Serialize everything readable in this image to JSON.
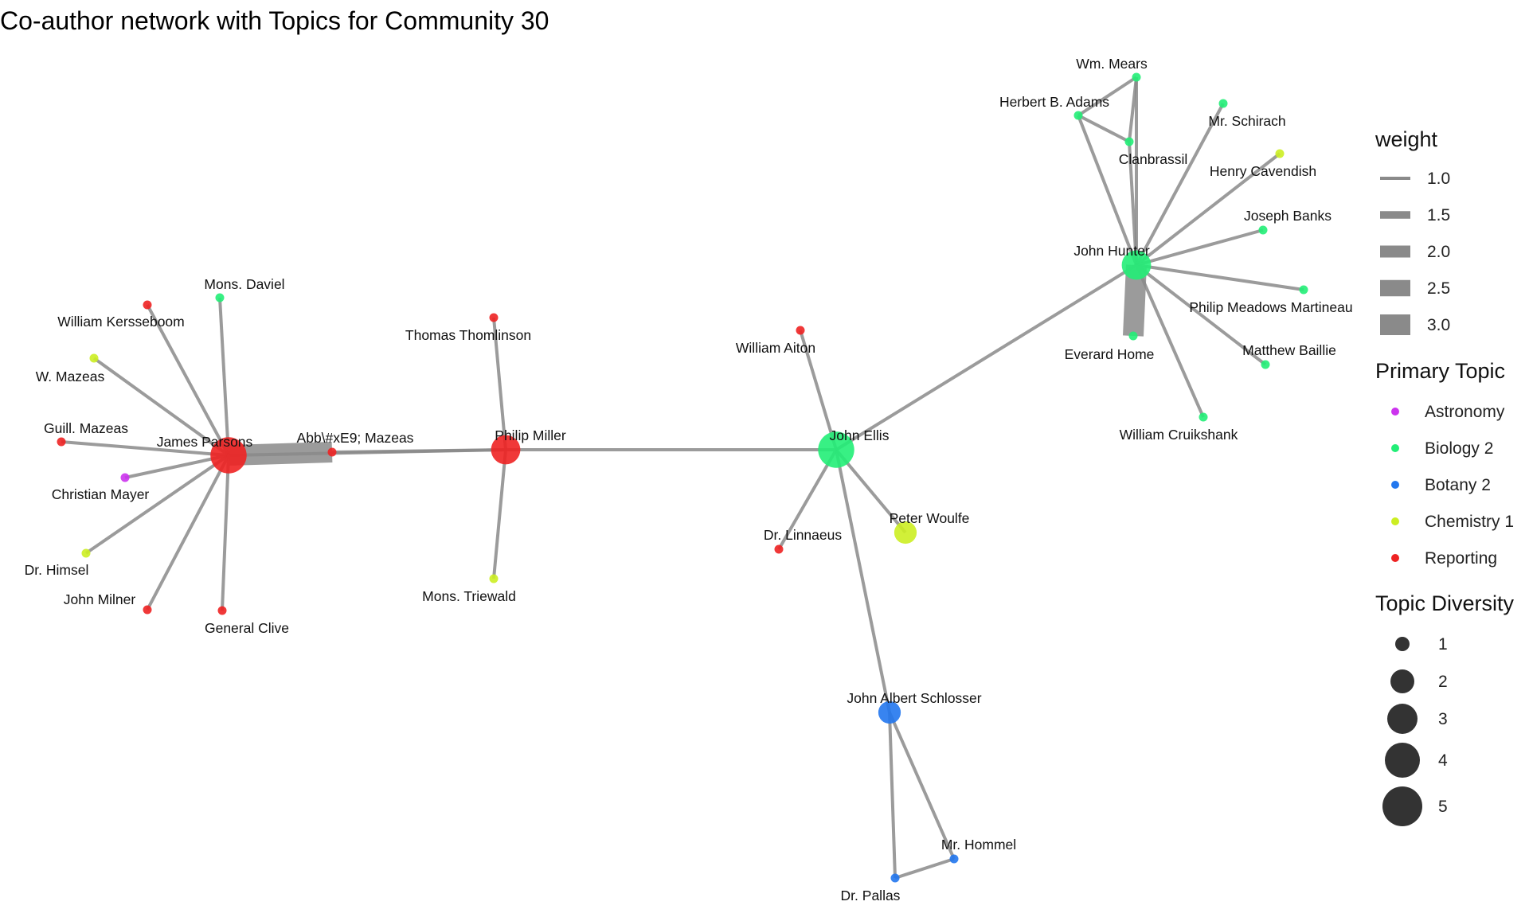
{
  "title": "Co-author network with Topics for Community 30",
  "colors": {
    "Astronomy": "#cc33ee",
    "Biology 2": "#22ee77",
    "Botany 2": "#2277ee",
    "Chemistry 1": "#ccee22",
    "Reporting": "#ee2222",
    "edge": "#8a8a8a"
  },
  "nodes": [
    {
      "name": "James Parsons",
      "topic": "Reporting",
      "diversity": 5
    },
    {
      "name": "Abb\\#xE9; Mazeas",
      "topic": "Reporting",
      "diversity": 1
    },
    {
      "name": "Philip Miller",
      "topic": "Reporting",
      "diversity": 4
    },
    {
      "name": "Mons. Daviel",
      "topic": "Biology 2",
      "diversity": 1
    },
    {
      "name": "William Kersseboom",
      "topic": "Reporting",
      "diversity": 1
    },
    {
      "name": "W. Mazeas",
      "topic": "Chemistry 1",
      "diversity": 1
    },
    {
      "name": "Guill. Mazeas",
      "topic": "Reporting",
      "diversity": 1
    },
    {
      "name": "Christian Mayer",
      "topic": "Astronomy",
      "diversity": 1
    },
    {
      "name": "Dr. Himsel",
      "topic": "Chemistry 1",
      "diversity": 1
    },
    {
      "name": "John Milner",
      "topic": "Reporting",
      "diversity": 1
    },
    {
      "name": "General Clive",
      "topic": "Reporting",
      "diversity": 1
    },
    {
      "name": "Thomas Thomlinson",
      "topic": "Reporting",
      "diversity": 1
    },
    {
      "name": "Mons. Triewald",
      "topic": "Chemistry 1",
      "diversity": 1
    },
    {
      "name": "John Ellis",
      "topic": "Biology 2",
      "diversity": 5
    },
    {
      "name": "William Aiton",
      "topic": "Reporting",
      "diversity": 1
    },
    {
      "name": "Dr. Linnaeus",
      "topic": "Reporting",
      "diversity": 1
    },
    {
      "name": "Peter Woulfe",
      "topic": "Chemistry 1",
      "diversity": 3
    },
    {
      "name": "John Albert Schlosser",
      "topic": "Botany 2",
      "diversity": 3
    },
    {
      "name": "Mr. Hommel",
      "topic": "Botany 2",
      "diversity": 1
    },
    {
      "name": "Dr. Pallas",
      "topic": "Botany 2",
      "diversity": 1
    },
    {
      "name": "John Hunter",
      "topic": "Biology 2",
      "diversity": 4
    },
    {
      "name": "Wm. Mears",
      "topic": "Biology 2",
      "diversity": 1
    },
    {
      "name": "Herbert B. Adams",
      "topic": "Biology 2",
      "diversity": 1
    },
    {
      "name": "Clanbrassil",
      "topic": "Biology 2",
      "diversity": 1
    },
    {
      "name": "Mr. Schirach",
      "topic": "Biology 2",
      "diversity": 1
    },
    {
      "name": "Henry Cavendish",
      "topic": "Chemistry 1",
      "diversity": 1
    },
    {
      "name": "Joseph Banks",
      "topic": "Biology 2",
      "diversity": 1
    },
    {
      "name": "Philip Meadows Martineau",
      "topic": "Biology 2",
      "diversity": 1
    },
    {
      "name": "Matthew Baillie",
      "topic": "Biology 2",
      "diversity": 1
    },
    {
      "name": "Everard Home",
      "topic": "Biology 2",
      "diversity": 1
    },
    {
      "name": "William Cruikshank",
      "topic": "Biology 2",
      "diversity": 1
    }
  ],
  "edges": [
    {
      "source": "James Parsons",
      "target": "Abb\\#xE9; Mazeas",
      "weight": 3.0
    },
    {
      "source": "James Parsons",
      "target": "Philip Miller",
      "weight": 1.0
    },
    {
      "source": "James Parsons",
      "target": "Mons. Daviel",
      "weight": 1.0
    },
    {
      "source": "James Parsons",
      "target": "William Kersseboom",
      "weight": 1.0
    },
    {
      "source": "James Parsons",
      "target": "W. Mazeas",
      "weight": 1.0
    },
    {
      "source": "James Parsons",
      "target": "Guill. Mazeas",
      "weight": 1.0
    },
    {
      "source": "James Parsons",
      "target": "Christian Mayer",
      "weight": 1.0
    },
    {
      "source": "James Parsons",
      "target": "Dr. Himsel",
      "weight": 1.0
    },
    {
      "source": "James Parsons",
      "target": "John Milner",
      "weight": 1.0
    },
    {
      "source": "James Parsons",
      "target": "General Clive",
      "weight": 1.0
    },
    {
      "source": "Abb\\#xE9; Mazeas",
      "target": "Philip Miller",
      "weight": 1.0
    },
    {
      "source": "Philip Miller",
      "target": "Thomas Thomlinson",
      "weight": 1.0
    },
    {
      "source": "Philip Miller",
      "target": "Mons. Triewald",
      "weight": 1.0
    },
    {
      "source": "Philip Miller",
      "target": "John Ellis",
      "weight": 1.0
    },
    {
      "source": "John Ellis",
      "target": "William Aiton",
      "weight": 1.0
    },
    {
      "source": "John Ellis",
      "target": "Dr. Linnaeus",
      "weight": 1.0
    },
    {
      "source": "John Ellis",
      "target": "Peter Woulfe",
      "weight": 1.0
    },
    {
      "source": "John Ellis",
      "target": "John Albert Schlosser",
      "weight": 1.0
    },
    {
      "source": "John Ellis",
      "target": "John Hunter",
      "weight": 1.0
    },
    {
      "source": "John Albert Schlosser",
      "target": "Mr. Hommel",
      "weight": 1.0
    },
    {
      "source": "John Albert Schlosser",
      "target": "Dr. Pallas",
      "weight": 1.0
    },
    {
      "source": "Mr. Hommel",
      "target": "Dr. Pallas",
      "weight": 1.0
    },
    {
      "source": "John Hunter",
      "target": "Wm. Mears",
      "weight": 1.0
    },
    {
      "source": "John Hunter",
      "target": "Herbert B. Adams",
      "weight": 1.0
    },
    {
      "source": "John Hunter",
      "target": "Clanbrassil",
      "weight": 1.0
    },
    {
      "source": "John Hunter",
      "target": "Mr. Schirach",
      "weight": 1.0
    },
    {
      "source": "John Hunter",
      "target": "Henry Cavendish",
      "weight": 1.0
    },
    {
      "source": "John Hunter",
      "target": "Joseph Banks",
      "weight": 1.0
    },
    {
      "source": "John Hunter",
      "target": "Philip Meadows Martineau",
      "weight": 1.0
    },
    {
      "source": "John Hunter",
      "target": "Matthew Baillie",
      "weight": 1.0
    },
    {
      "source": "John Hunter",
      "target": "Everard Home",
      "weight": 3.0
    },
    {
      "source": "John Hunter",
      "target": "William Cruikshank",
      "weight": 1.0
    },
    {
      "source": "Wm. Mears",
      "target": "Herbert B. Adams",
      "weight": 1.0
    },
    {
      "source": "Wm. Mears",
      "target": "Clanbrassil",
      "weight": 1.0
    },
    {
      "source": "Herbert B. Adams",
      "target": "Clanbrassil",
      "weight": 1.0
    }
  ],
  "legend": {
    "weight": {
      "title": "weight",
      "items": [
        {
          "label": "1.0",
          "value": 1.0
        },
        {
          "label": "1.5",
          "value": 1.5
        },
        {
          "label": "2.0",
          "value": 2.0
        },
        {
          "label": "2.5",
          "value": 2.5
        },
        {
          "label": "3.0",
          "value": 3.0
        }
      ]
    },
    "topic": {
      "title": "Primary Topic",
      "items": [
        "Astronomy",
        "Biology 2",
        "Botany 2",
        "Chemistry 1",
        "Reporting"
      ]
    },
    "diversity": {
      "title": "Topic Diversity",
      "items": [
        {
          "label": "1",
          "value": 1
        },
        {
          "label": "2",
          "value": 2
        },
        {
          "label": "3",
          "value": 3
        },
        {
          "label": "4",
          "value": 4
        },
        {
          "label": "5",
          "value": 5
        }
      ]
    }
  }
}
